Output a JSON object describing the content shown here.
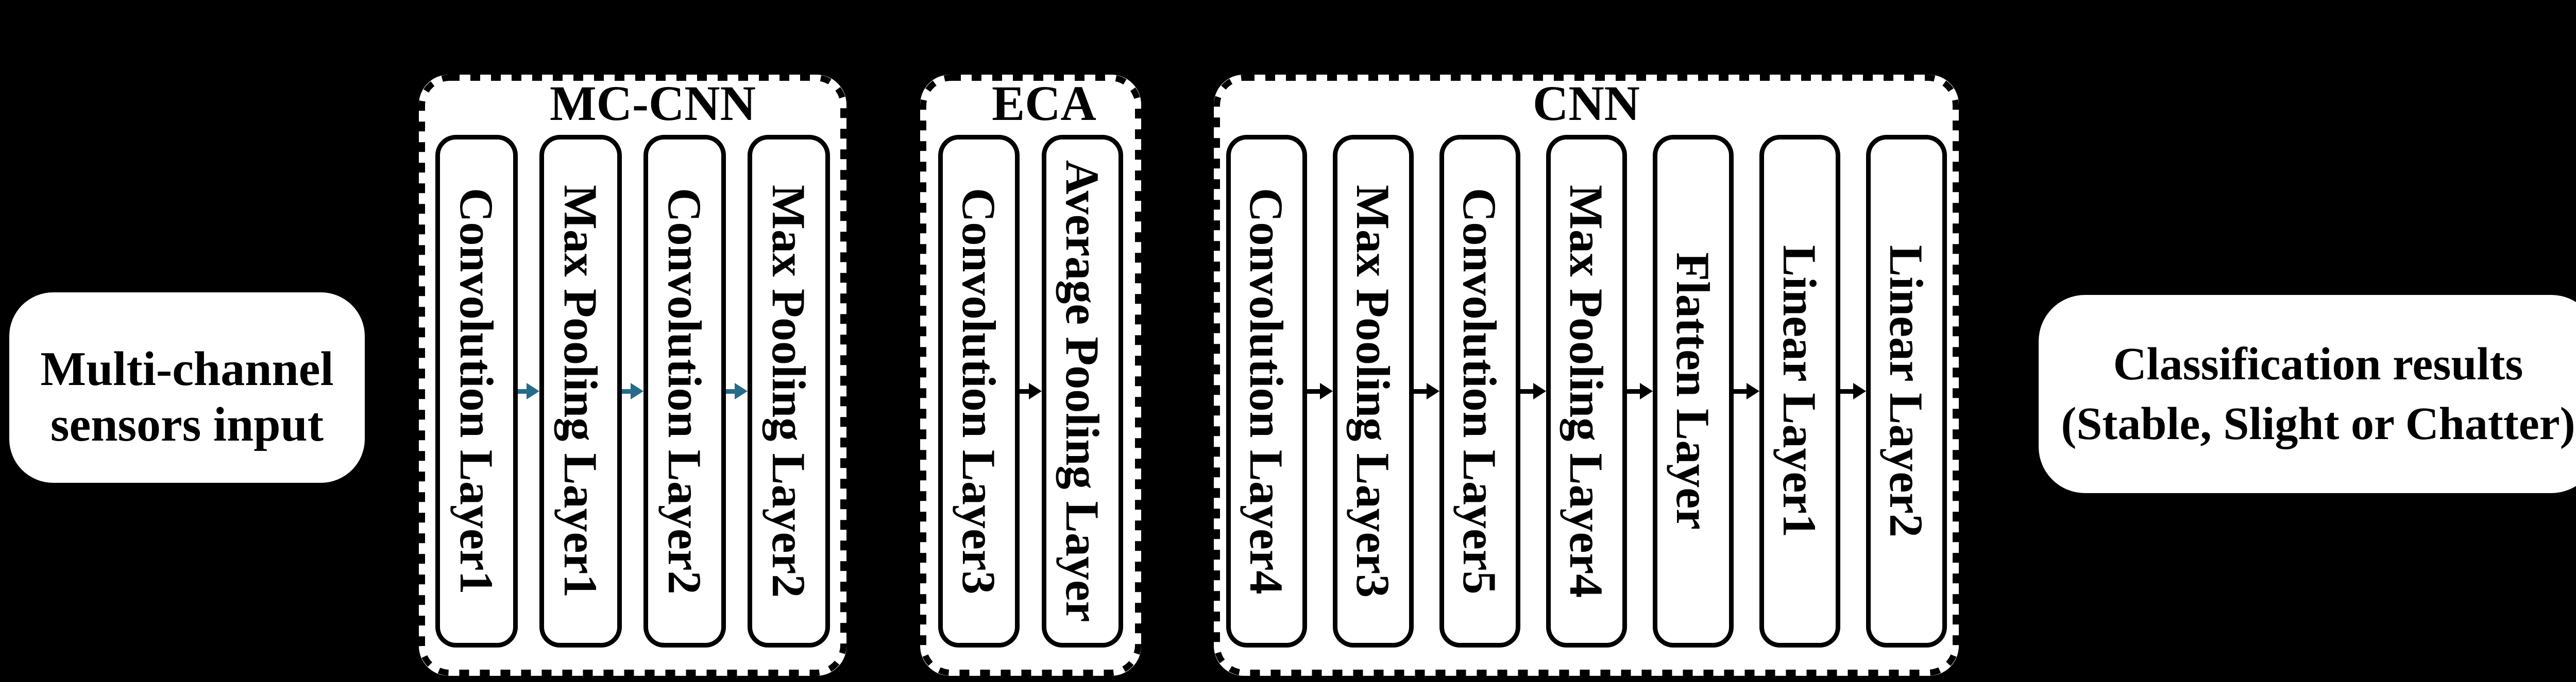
{
  "input_box": {
    "line1": "Multi-channel",
    "line2": "sensors input"
  },
  "output_box": {
    "line1": "Classification results",
    "line2": "(Stable, Slight or Chatter)"
  },
  "groups": [
    {
      "title": "MC-CNN",
      "layers": [
        "Convolution Layer1",
        "Max Pooling Layer1",
        "Convolution Layer2",
        "Max Pooling Layer2"
      ]
    },
    {
      "title": "ECA",
      "layers": [
        "Convolution Layer3",
        "Average Pooling Layer"
      ]
    },
    {
      "title": "CNN",
      "layers": [
        "Convolution Layer4",
        "Max Pooling Layer3",
        "Convolution Layer5",
        "Max Pooling Layer4",
        "Flatten Layer",
        "Linear Layer1",
        "Linear Layer2"
      ]
    }
  ],
  "colors": {
    "background": "#000000",
    "box_fill": "#ffffff",
    "box_border": "#000000",
    "mccnn_arrow": "#266b8a",
    "other_arrow": "#000000"
  }
}
